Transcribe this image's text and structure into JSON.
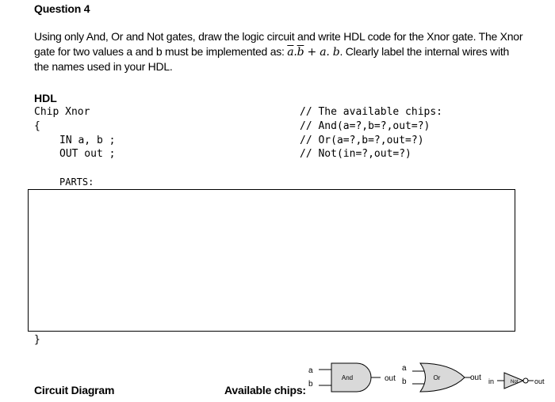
{
  "question": {
    "title": "Question 4",
    "desc_part1": "Using only And, Or and Not gates, draw the logic circuit and write HDL code for the Xnor gate. The Xnor gate for two values a and b must be implemented as: ",
    "math_abar": "a",
    "math_dot1": ".",
    "math_bbar": "b",
    "math_plus": " + ",
    "math_ab": "a. b",
    "desc_part2": ". Clearly label the internal wires with the names used in your HDL."
  },
  "hdl": {
    "heading": "HDL",
    "chip_line": "Chip Xnor",
    "open_brace": "{",
    "in_line": "IN a, b ;",
    "out_line": "OUT out ;",
    "parts_label": "PARTS:",
    "close_brace": "}",
    "comments": [
      "// The available chips:",
      "// And(a=?,b=?,out=?)",
      "// Or(a=?,b=?,out=?)",
      "// Not(in=?,out=?)"
    ]
  },
  "footer": {
    "circuit_diagram": "Circuit Diagram",
    "available_chips": "Available chips:"
  },
  "chips": {
    "and": {
      "label": "And",
      "in_a": "a",
      "in_b": "b",
      "out": "out"
    },
    "or": {
      "label": "Or",
      "in_a": "a",
      "in_b": "b",
      "out": "out"
    },
    "not": {
      "label": "Not",
      "in": "in",
      "out": "out"
    },
    "gate_fill": "#d9d9d9"
  }
}
